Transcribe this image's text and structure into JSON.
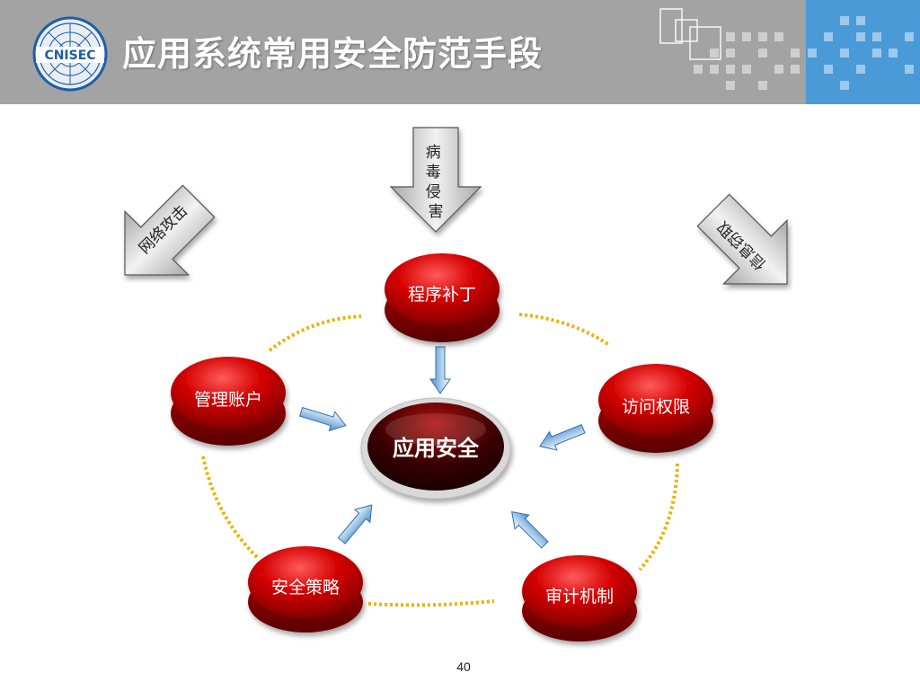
{
  "header": {
    "title": "应用系统常用安全防范手段",
    "logo_text": "CNISEC"
  },
  "diagram": {
    "center": "应用安全",
    "nodes": [
      "程序补丁",
      "访问权限",
      "审计机制",
      "安全策略",
      "管理账户"
    ],
    "threats": [
      "病毒侵害",
      "网络攻击",
      "信息窃取"
    ]
  },
  "page_number": "40",
  "colors": {
    "header_gray": "#a3a3a3",
    "header_blue": "#4a9ad8",
    "node_red": "#cc0000",
    "arrow_blue": "#4a8fcf",
    "dots_gold": "#e8b400"
  }
}
